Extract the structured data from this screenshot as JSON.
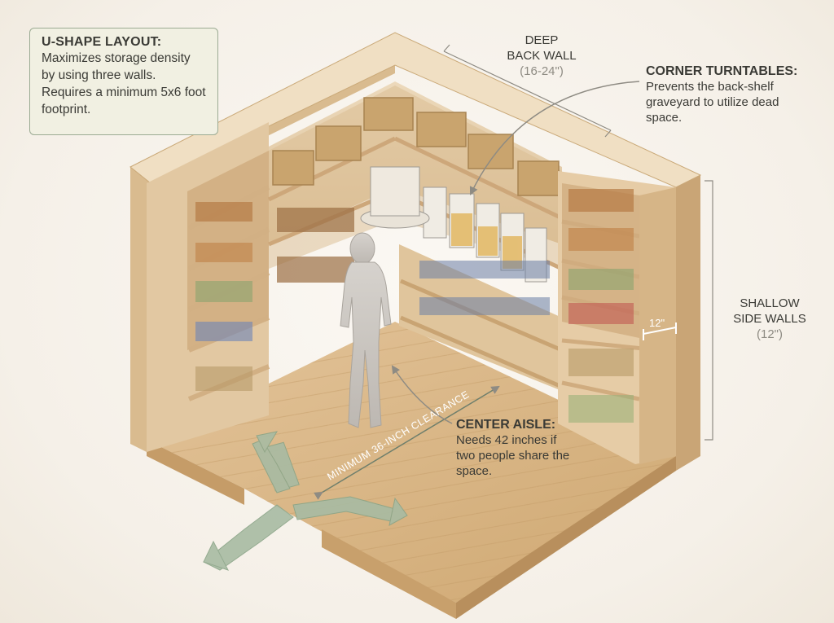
{
  "u_shape": {
    "title": "U-SHAPE LAYOUT:",
    "body": "Maximizes storage density by using three walls. Requires a minimum 5x6 foot footprint."
  },
  "back_wall": {
    "line1": "DEEP",
    "line2": "BACK WALL",
    "dim": "(16-24\")"
  },
  "corner": {
    "title": "CORNER TURNTABLES:",
    "body": "Prevents the back-shelf graveyard to utilize dead space."
  },
  "side_walls": {
    "line1": "SHALLOW",
    "line2": "SIDE WALLS",
    "dim": "(12\")"
  },
  "depth_marker": "12\"",
  "clearance": "MINIMUM 36-INCH CLEARANCE",
  "aisle": {
    "title": "CENTER AISLE:",
    "body": "Needs 42 inches if two people share the space."
  },
  "colors": {
    "wood_light": "#e8d2b0",
    "wood_mid": "#d9bb8f",
    "wood_dark": "#c09a6a",
    "floor": "#d8b586",
    "accent_green": "#9cb098",
    "line_gray": "#8e8b83"
  }
}
